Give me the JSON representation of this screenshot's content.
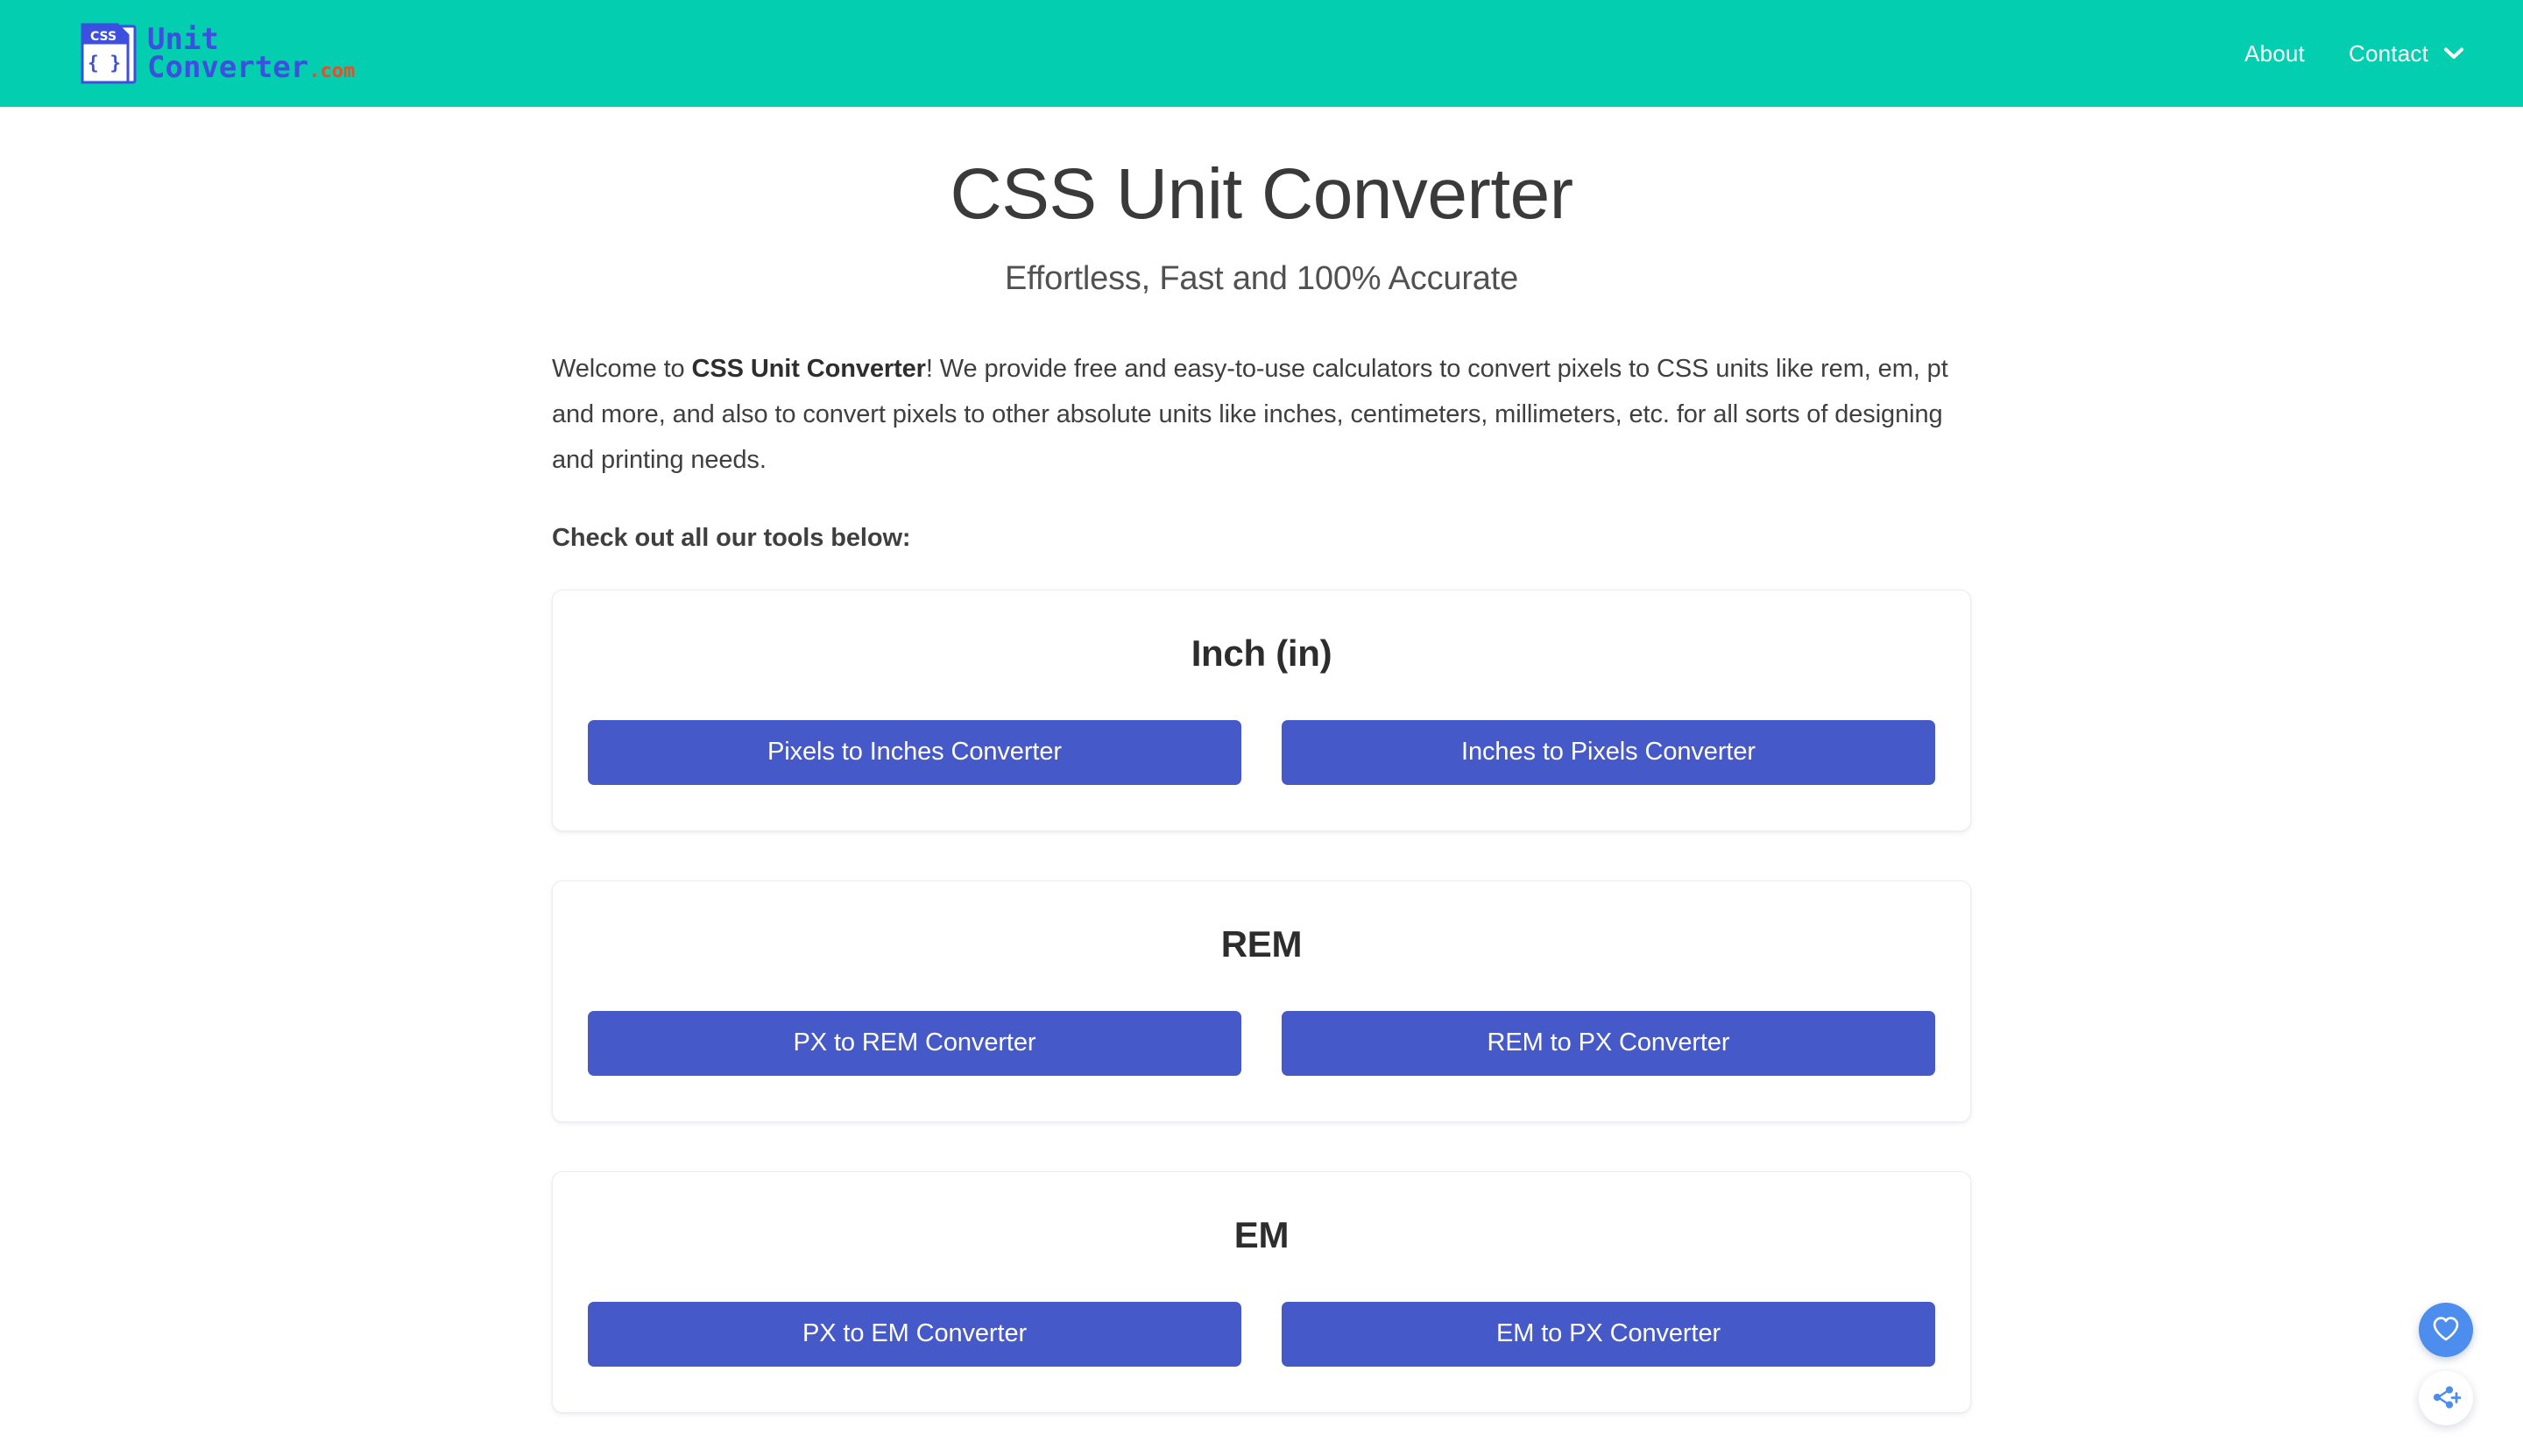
{
  "header": {
    "background_color": "#03CEB0",
    "brand": {
      "icon_label_top": "CSS",
      "icon_label_bottom": "{ }",
      "line1": "Unit",
      "line2": "Converter",
      "tld": ".com",
      "text_color": "#3D4FDE",
      "tld_color": "#F14A23"
    },
    "nav": [
      {
        "label": "About",
        "has_dropdown": false
      },
      {
        "label": "Contact",
        "has_dropdown": true
      }
    ]
  },
  "hero": {
    "title": "CSS Unit Converter",
    "subtitle": "Effortless, Fast and 100% Accurate"
  },
  "intro": {
    "part1": "Welcome to ",
    "brand_bold": "CSS Unit Converter",
    "part2": "! We provide free and easy-to-use calculators to convert pixels to CSS units like rem, em, pt and more, and also to convert pixels to other absolute units like inches, centimeters, millimeters, etc. for all sorts of designing and printing needs.",
    "tools_lead": "Check out all our tools below:"
  },
  "cards": [
    {
      "title": "Inch (in)",
      "buttons": [
        {
          "label": "Pixels to Inches Converter"
        },
        {
          "label": "Inches to Pixels Converter"
        }
      ]
    },
    {
      "title": "REM",
      "buttons": [
        {
          "label": "PX to REM Converter"
        },
        {
          "label": "REM to PX Converter"
        }
      ]
    },
    {
      "title": "EM",
      "buttons": [
        {
          "label": "PX to EM Converter"
        },
        {
          "label": "EM to PX Converter"
        }
      ]
    }
  ],
  "floating_actions": [
    {
      "name": "heart-icon",
      "style": "filled-blue"
    },
    {
      "name": "share-plus-icon",
      "style": "white"
    }
  ],
  "colors": {
    "accent_teal": "#03CEB0",
    "button_blue": "#4659C9",
    "fab_blue": "#4C8DEE",
    "page_background": "#FFFFFF",
    "card_border": "#EBEDF0"
  }
}
